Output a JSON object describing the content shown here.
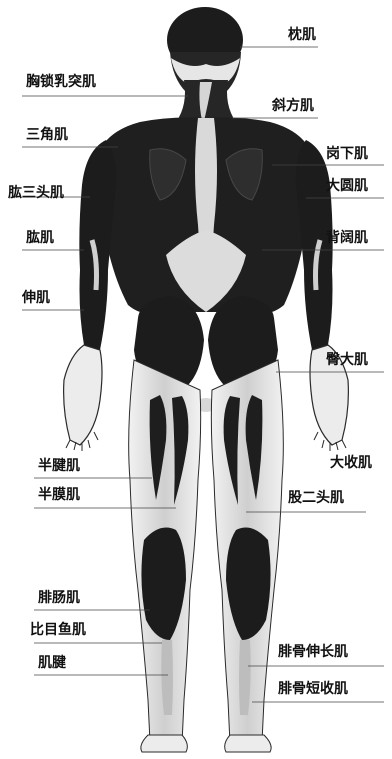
{
  "figure": {
    "colors": {
      "muscle": "#1c1c1c",
      "tendon": "#d8d8d8",
      "skin": "#efefef",
      "outline": "#2a2a2a",
      "leader": "#444444"
    }
  },
  "labels": {
    "left": [
      {
        "id": "xiongsuoruti",
        "text": "胸锁乳突肌"
      },
      {
        "id": "sanjiao",
        "text": "三角肌"
      },
      {
        "id": "gongsantou",
        "text": "肱三头肌"
      },
      {
        "id": "gong",
        "text": "肱肌"
      },
      {
        "id": "shen",
        "text": "伸肌"
      },
      {
        "id": "banjian",
        "text": "半腱肌"
      },
      {
        "id": "banmo",
        "text": "半膜肌"
      },
      {
        "id": "feichang",
        "text": "腓肠肌"
      },
      {
        "id": "bimuyu",
        "text": "比目鱼肌"
      },
      {
        "id": "jijian",
        "text": "肌腱"
      }
    ],
    "right": [
      {
        "id": "zhen",
        "text": "枕肌"
      },
      {
        "id": "xiefang",
        "text": "斜方肌"
      },
      {
        "id": "gangxia",
        "text": "岗下肌"
      },
      {
        "id": "dayuan",
        "text": "大圆肌"
      },
      {
        "id": "beikuo",
        "text": "背阔肌"
      },
      {
        "id": "tunda",
        "text": "臀大肌"
      },
      {
        "id": "dashou",
        "text": "大收肌"
      },
      {
        "id": "guertou",
        "text": "股二头肌"
      },
      {
        "id": "feigushenchang",
        "text": "腓骨伸长肌"
      },
      {
        "id": "feigudunshou",
        "text": "腓骨短收肌"
      }
    ]
  }
}
